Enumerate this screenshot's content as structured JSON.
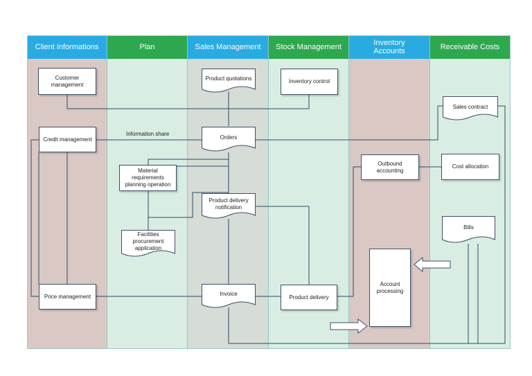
{
  "lanes": [
    {
      "name": "Client Informations",
      "head_color": "#29abe2",
      "body_color": "#d9c8c4"
    },
    {
      "name": "Plan",
      "head_color": "#2ea84f",
      "body_color": "#d9ede2"
    },
    {
      "name": "Sales Management",
      "head_color": "#29abe2",
      "body_color": "#d6dcd6"
    },
    {
      "name": "Stock Management",
      "head_color": "#2ea84f",
      "body_color": "#d9ede2"
    },
    {
      "name": "Inventory Accounts",
      "head_color": "#29abe2",
      "body_color": "#d9c8c4"
    },
    {
      "name": "Receivable Costs",
      "head_color": "#2ea84f",
      "body_color": "#d9ede2"
    }
  ],
  "nodes": {
    "customer_management": "Customer management",
    "credit_management": "Credit management",
    "price_management": "Price management",
    "material_requirements": "Material requirements planning operation",
    "facilities_procurement": "Facilities procurement application",
    "product_quotations": "Product quotations",
    "orders": "Orders",
    "product_delivery_notification": "Product delivery notification",
    "invoice": "Invoice",
    "inventory_control": "Inventory control",
    "product_delivery": "Product delivery",
    "outbound_accounting": "Outbound accounting",
    "account_processing": "Account processing",
    "sales_contract": "Sales contract",
    "cost_allocation": "Cost allocation",
    "bills": "Bills"
  },
  "labels": {
    "information_share": "Information share"
  },
  "colors": {
    "line": "#2f4a66",
    "box_border": "#3a5069"
  }
}
